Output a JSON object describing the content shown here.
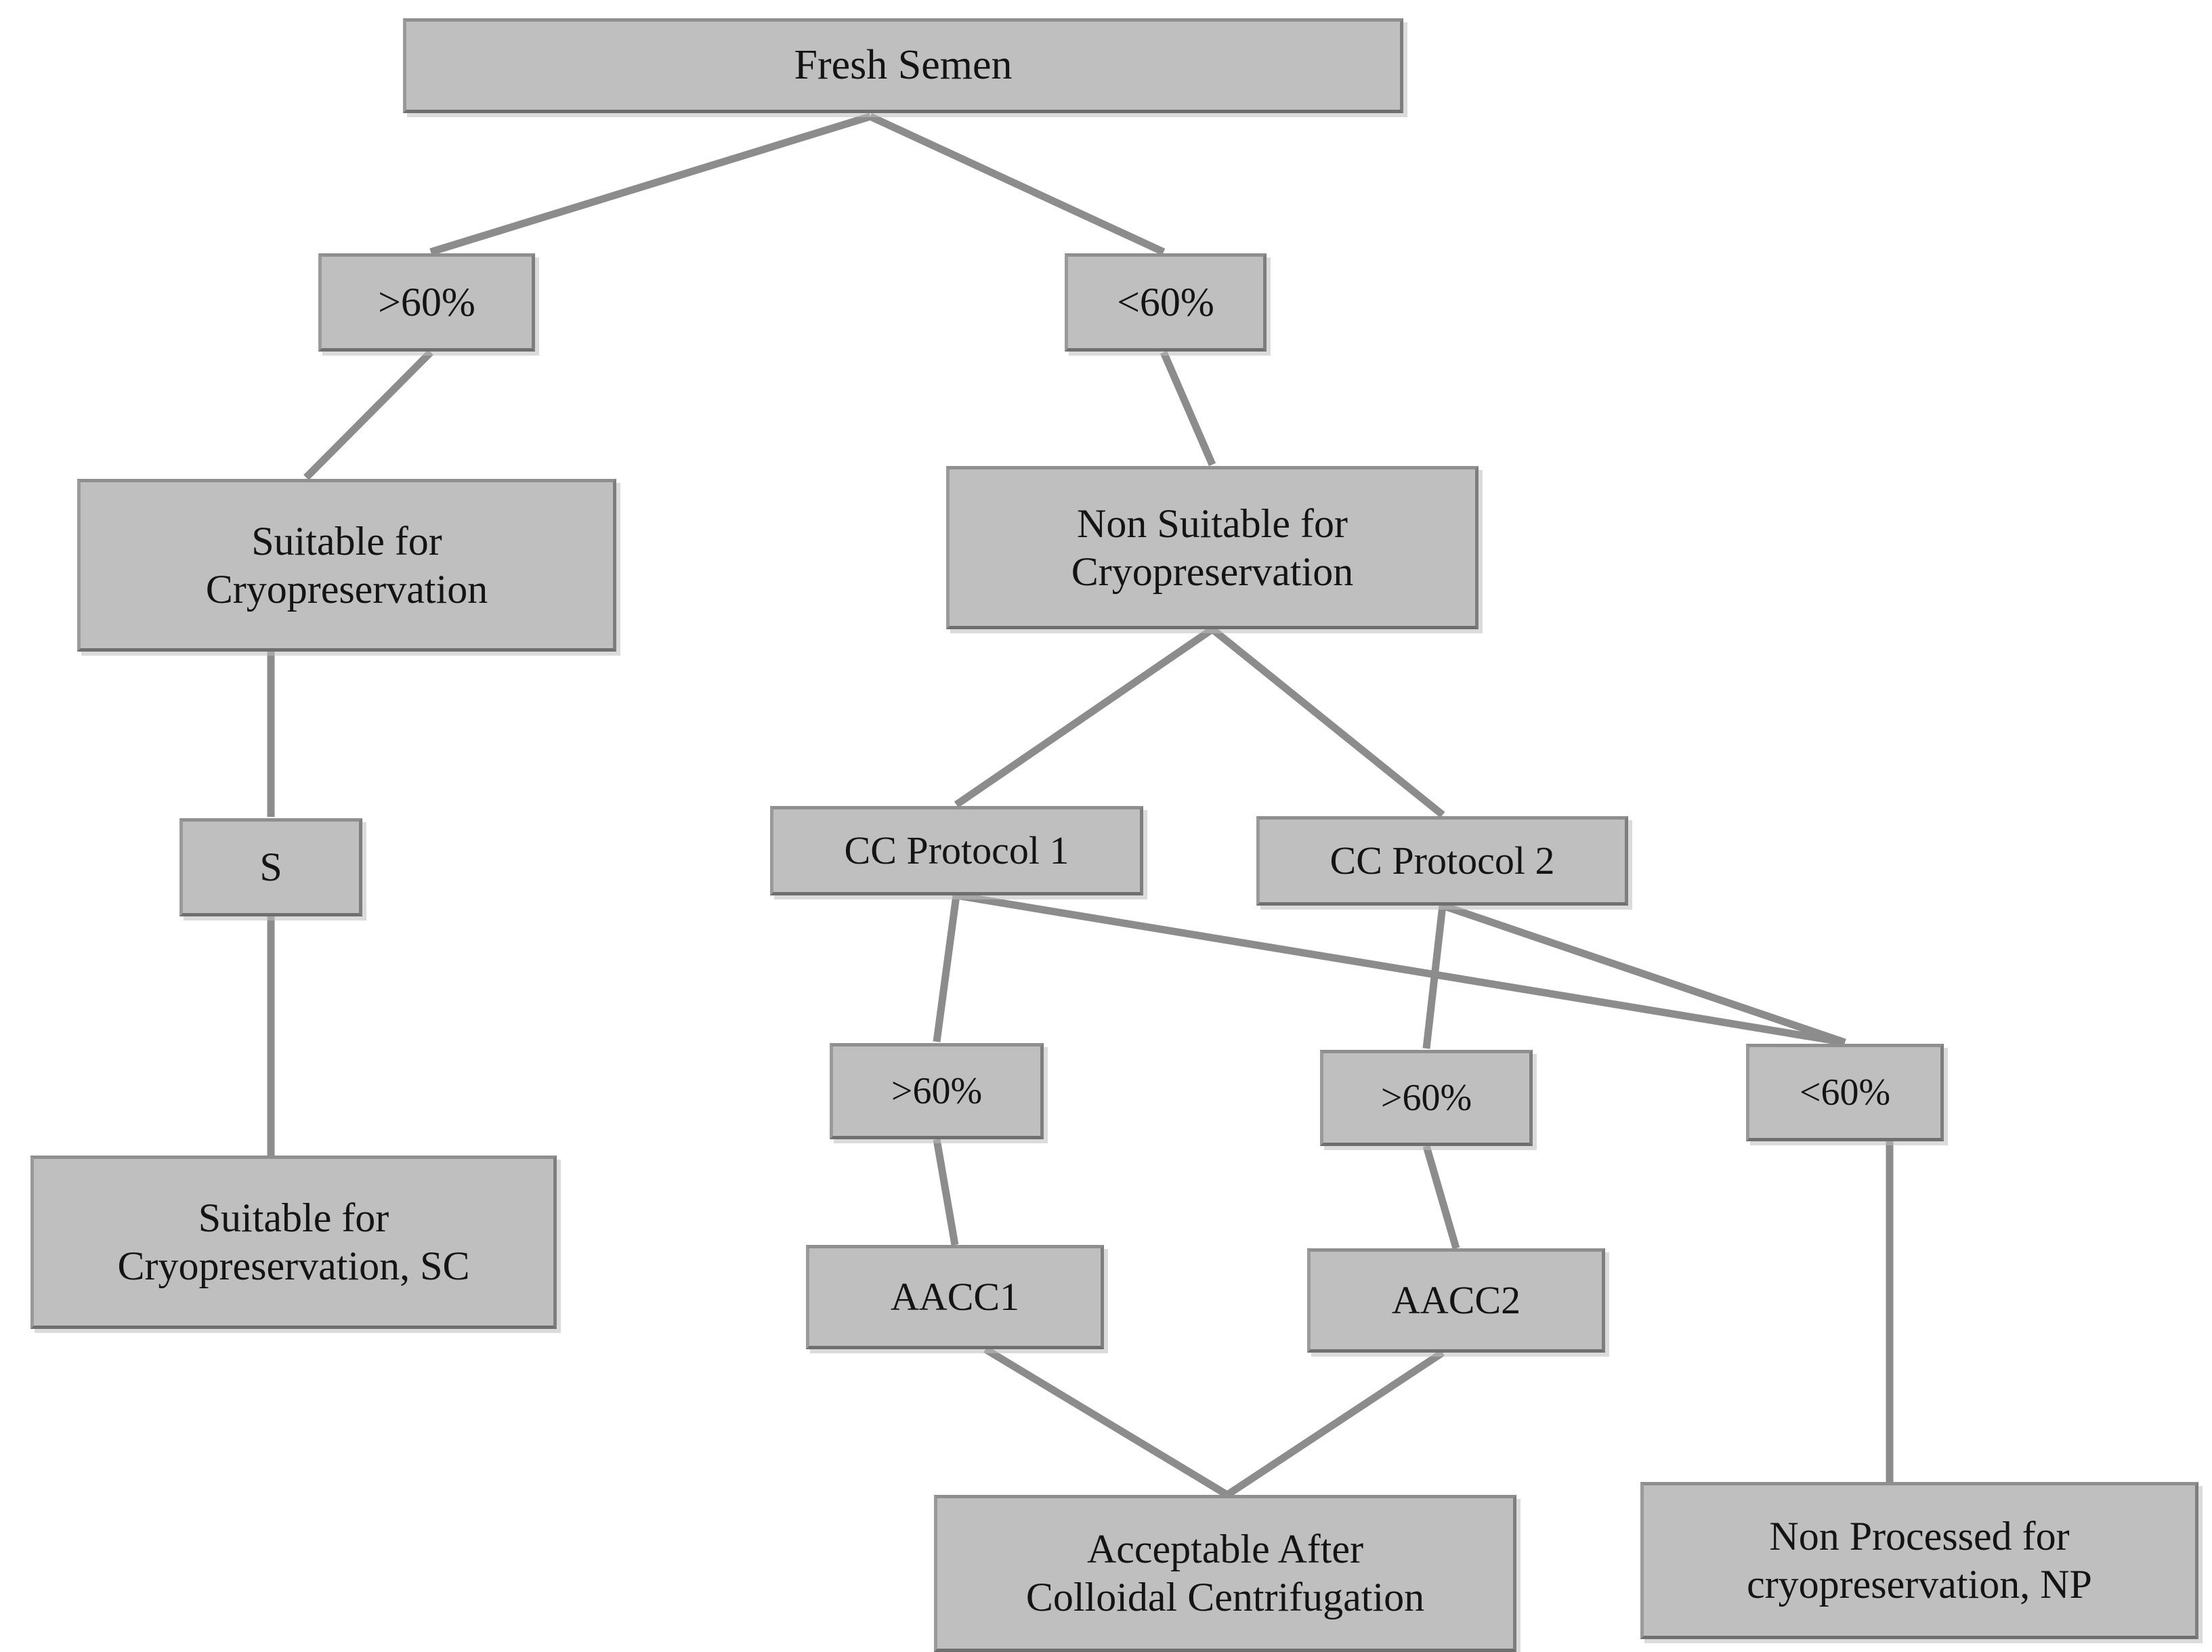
{
  "diagram": {
    "title": "Semen cryopreservation suitability decision flowchart",
    "colors": {
      "node_fill": "#bfbfbf",
      "node_border": "#8a8a8a",
      "edge_line": "#8c8c8c",
      "text": "#141414",
      "background": "#ffffff"
    },
    "nodes": [
      {
        "id": "fresh_semen",
        "label": "Fresh Semen"
      },
      {
        "id": "top_gt60",
        "label": ">60%"
      },
      {
        "id": "top_lt60",
        "label": "<60%"
      },
      {
        "id": "suitable_cryo",
        "label": "Suitable for\nCryopreservation"
      },
      {
        "id": "non_suitable_cryo",
        "label": "Non Suitable for\nCryopreservation"
      },
      {
        "id": "s_node",
        "label": "S"
      },
      {
        "id": "cc_protocol_1",
        "label": "CC Protocol 1"
      },
      {
        "id": "cc_protocol_2",
        "label": "CC Protocol 2"
      },
      {
        "id": "cc1_gt60",
        "label": ">60%"
      },
      {
        "id": "cc2_gt60",
        "label": ">60%"
      },
      {
        "id": "cc_lt60",
        "label": "<60%"
      },
      {
        "id": "aacc1",
        "label": "AACC1"
      },
      {
        "id": "aacc2",
        "label": "AACC2"
      },
      {
        "id": "suitable_cryo_sc",
        "label": "Suitable for\nCryopreservation, SC"
      },
      {
        "id": "acceptable_after_cc",
        "label": "Acceptable After\nColloidal Centrifugation"
      },
      {
        "id": "non_processed_np",
        "label": "Non Processed for\ncryopreservation, NP"
      }
    ],
    "edges": [
      {
        "from": "fresh_semen",
        "to": "top_gt60"
      },
      {
        "from": "fresh_semen",
        "to": "top_lt60"
      },
      {
        "from": "top_gt60",
        "to": "suitable_cryo"
      },
      {
        "from": "top_lt60",
        "to": "non_suitable_cryo"
      },
      {
        "from": "suitable_cryo",
        "to": "s_node"
      },
      {
        "from": "s_node",
        "to": "suitable_cryo_sc"
      },
      {
        "from": "non_suitable_cryo",
        "to": "cc_protocol_1"
      },
      {
        "from": "non_suitable_cryo",
        "to": "cc_protocol_2"
      },
      {
        "from": "cc_protocol_1",
        "to": "cc1_gt60"
      },
      {
        "from": "cc_protocol_1",
        "to": "cc_lt60"
      },
      {
        "from": "cc_protocol_2",
        "to": "cc2_gt60"
      },
      {
        "from": "cc_protocol_2",
        "to": "cc_lt60"
      },
      {
        "from": "cc1_gt60",
        "to": "aacc1"
      },
      {
        "from": "cc2_gt60",
        "to": "aacc2"
      },
      {
        "from": "aacc1",
        "to": "acceptable_after_cc"
      },
      {
        "from": "aacc2",
        "to": "acceptable_after_cc"
      },
      {
        "from": "cc_lt60",
        "to": "non_processed_np"
      }
    ]
  }
}
